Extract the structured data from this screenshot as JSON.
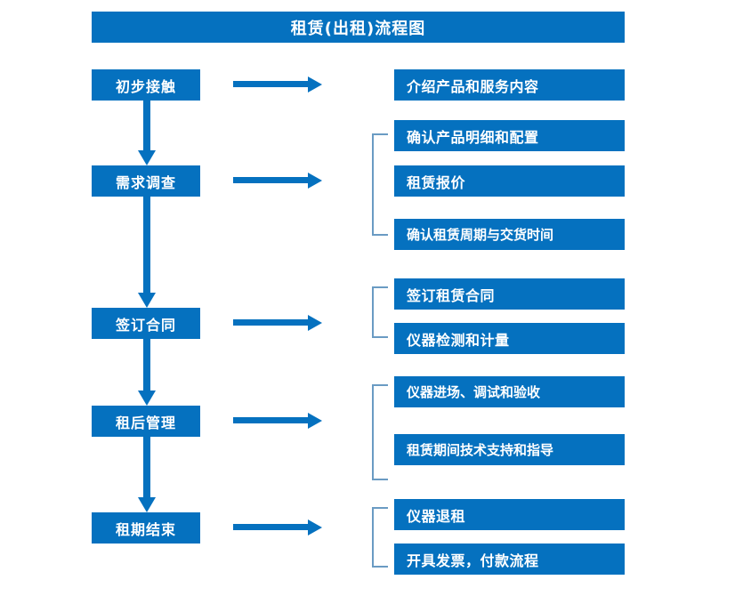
{
  "diagram": {
    "title": "租赁(出租)流程图",
    "colors": {
      "box_fill": "#0571BF",
      "box_text": "#FFFFFF",
      "arrow": "#0571BF",
      "bracket": "#6A9BC3",
      "background": "#FFFFFF"
    },
    "stages": [
      {
        "label": "初步接触"
      },
      {
        "label": "需求调查"
      },
      {
        "label": "签订合同"
      },
      {
        "label": "租后管理"
      },
      {
        "label": "租期结束"
      }
    ],
    "details": [
      {
        "label": "介绍产品和服务内容"
      },
      {
        "label": "确认产品明细和配置"
      },
      {
        "label": "租赁报价"
      },
      {
        "label": "确认租赁周期与交货时间"
      },
      {
        "label": "签订租赁合同"
      },
      {
        "label": "仪器检测和计量"
      },
      {
        "label": "仪器进场、调试和验收"
      },
      {
        "label": "租赁期间技术支持和指导"
      },
      {
        "label": "仪器退租"
      },
      {
        "label": "开具发票，付款流程"
      }
    ]
  }
}
